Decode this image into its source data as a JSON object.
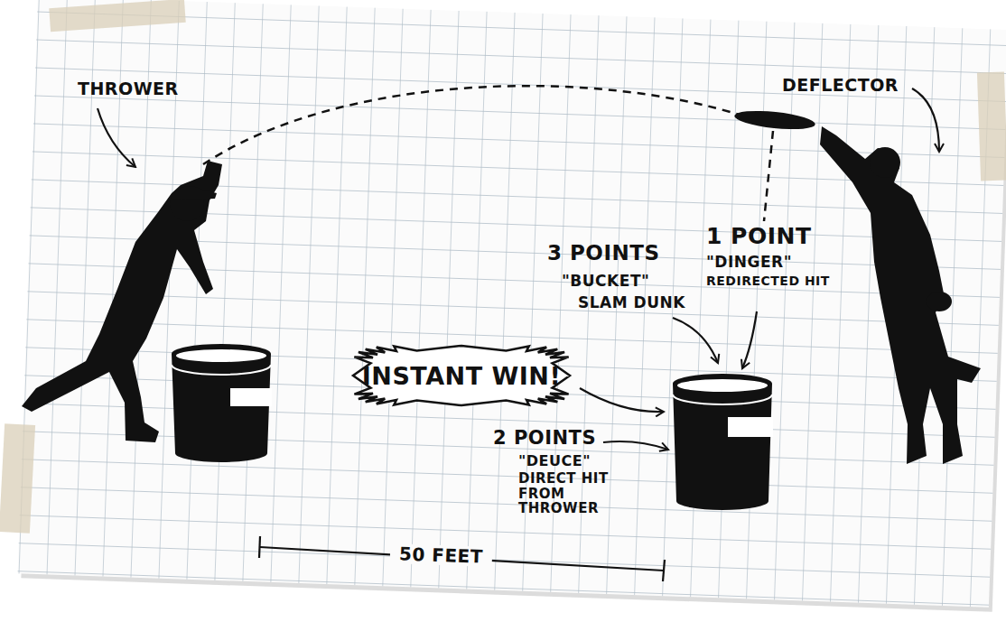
{
  "diagram": {
    "nodes": [
      {
        "text": [
          "INSTANT WIN!"
        ]
      }
    ],
    "labels": [
      "THROWER",
      "DEFLECTOR",
      "1 POINT",
      "\"DINGER\"",
      "REDIRECTED HIT",
      "3 POINTS",
      "\"BUCKET\"",
      "SLAM DUNK",
      "2 POINTS",
      "\"DEUCE\"",
      "DIRECT HIT FROM THROWER",
      "50 FEET"
    ]
  }
}
